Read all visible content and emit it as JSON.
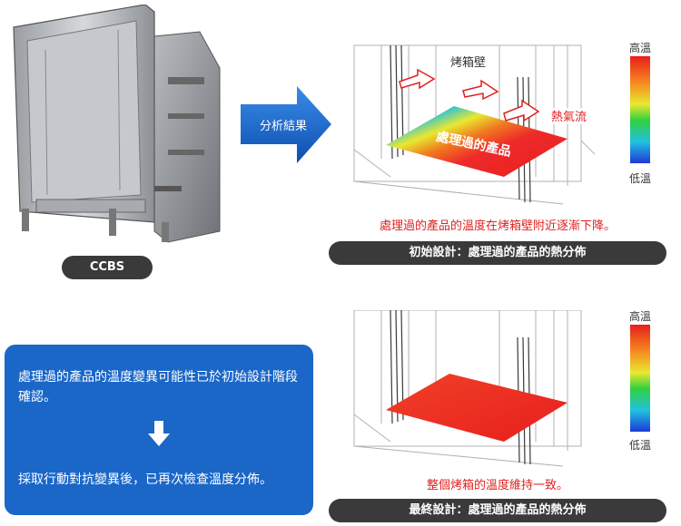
{
  "oven": {
    "label": "CCBS"
  },
  "arrow": {
    "label": "分析結果"
  },
  "initial": {
    "wall_label": "烤箱壁",
    "product_label": "處理過的產品",
    "flow_label": "熱氣流",
    "caption": "處理過的產品的溫度在烤箱壁附近逐漸下降。",
    "title": "初始設計：處理過的產品的熱分佈"
  },
  "final": {
    "caption": "整個烤箱的溫度維持一致。",
    "title": "最終設計：處理過的產品的熱分佈"
  },
  "legend": {
    "high": "高溫",
    "low": "低溫"
  },
  "note": {
    "line1": "處理過的產品的溫度變異可能性已於初始設計階段確認。",
    "line2": "採取行動對抗變異後，已再次檢查溫度分佈。"
  },
  "colors": {
    "accent_blue": "#1a67c8",
    "pill_dark": "#3a3a3a",
    "caption_red": "#e02020"
  }
}
